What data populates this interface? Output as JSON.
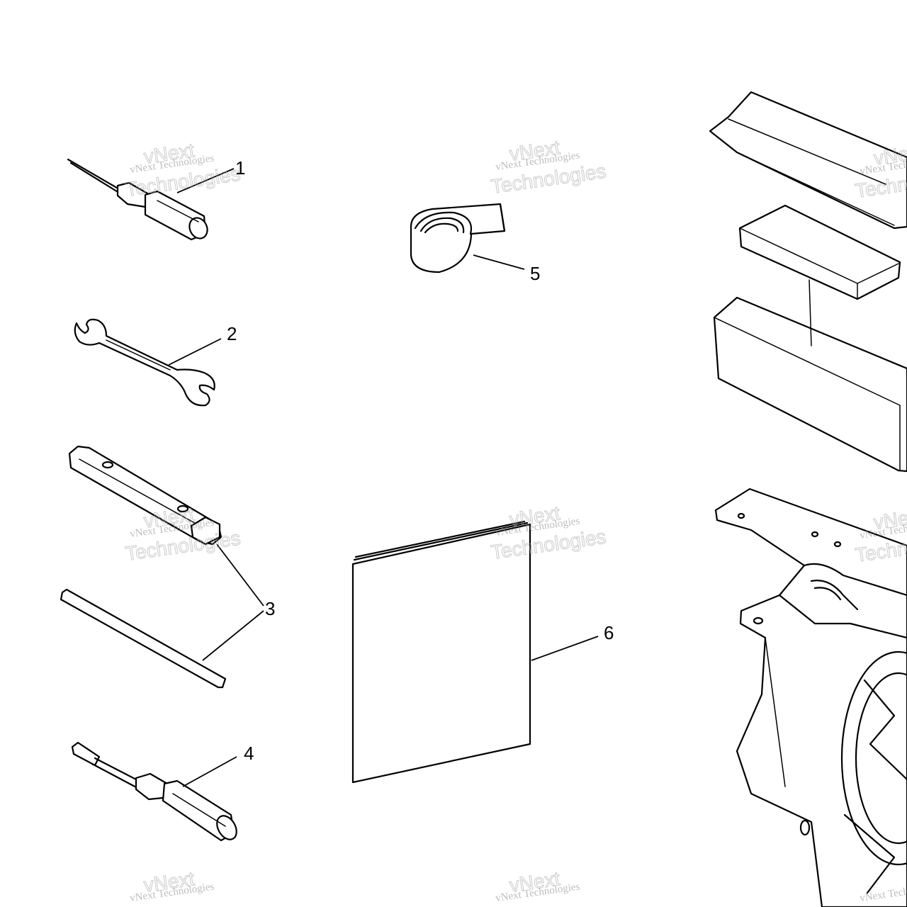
{
  "callouts": {
    "c1": "1",
    "c2": "2",
    "c3": "3",
    "c4": "4",
    "c5": "5",
    "c6": "6"
  },
  "watermark": {
    "line1": "vNext Technologies",
    "line2": "vNext",
    "line3": "Technologies"
  }
}
